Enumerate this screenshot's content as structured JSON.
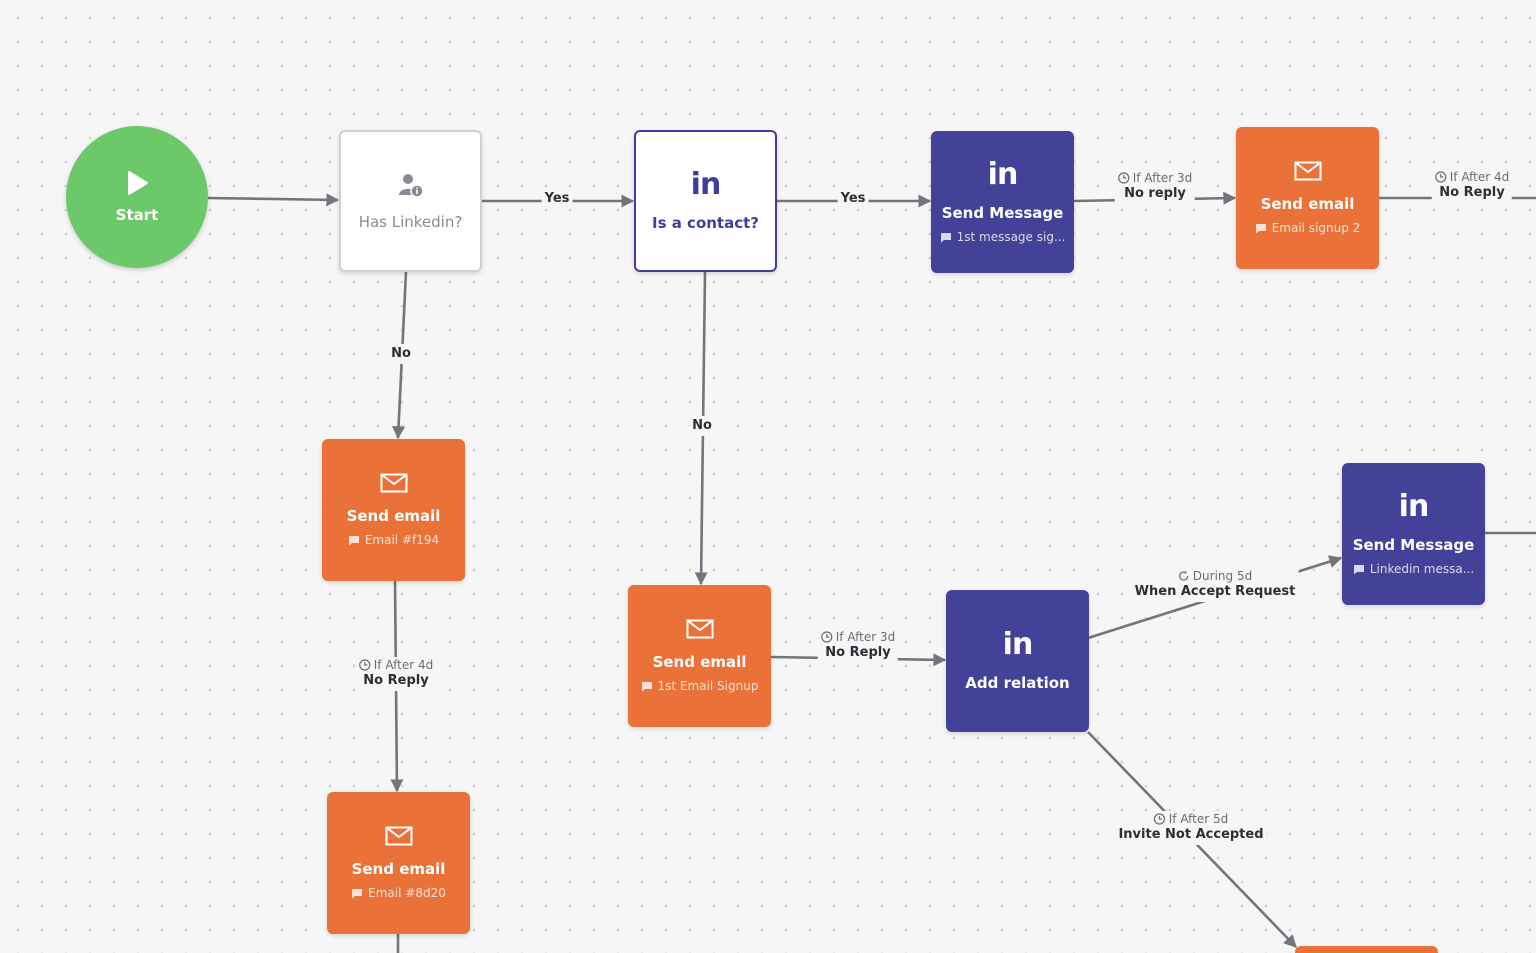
{
  "start": {
    "label": "Start"
  },
  "nodes": {
    "has_linkedin": {
      "title": "Has Linkedin?"
    },
    "is_contact": {
      "title": "Is a contact?"
    },
    "send_message_1": {
      "title": "Send Message",
      "sub": "1st message sig..."
    },
    "send_email_signup2": {
      "title": "Send email",
      "sub": "Email signup 2"
    },
    "send_email_f194": {
      "title": "Send email",
      "sub": "Email #f194"
    },
    "send_email_1st": {
      "title": "Send email",
      "sub": "1st Email Signup"
    },
    "add_relation": {
      "title": "Add relation"
    },
    "send_message_2": {
      "title": "Send Message",
      "sub": "Linkedin messa..."
    },
    "send_email_8d20": {
      "title": "Send email",
      "sub": "Email #8d20"
    }
  },
  "edges": {
    "yes_1": {
      "main": "Yes"
    },
    "yes_2": {
      "main": "Yes"
    },
    "no_1": {
      "main": "No"
    },
    "no_2": {
      "main": "No"
    },
    "after3d_1": {
      "cond": "If After 3d",
      "main": "No reply"
    },
    "after4d_top": {
      "cond": "If After 4d",
      "main": "No Reply"
    },
    "after4d_left": {
      "cond": "If After 4d",
      "main": "No Reply"
    },
    "after3d_2": {
      "cond": "If After 3d",
      "main": "No Reply"
    },
    "during5d": {
      "cond": "During 5d",
      "main": "When Accept Request"
    },
    "after5d": {
      "cond": "If After 5d",
      "main": "Invite Not Accepted"
    }
  },
  "colors": {
    "orange": "#ea7137",
    "indigo": "#424398",
    "green": "#6cc969",
    "edge": "#77727d",
    "canvas": "#f6f6f6"
  }
}
